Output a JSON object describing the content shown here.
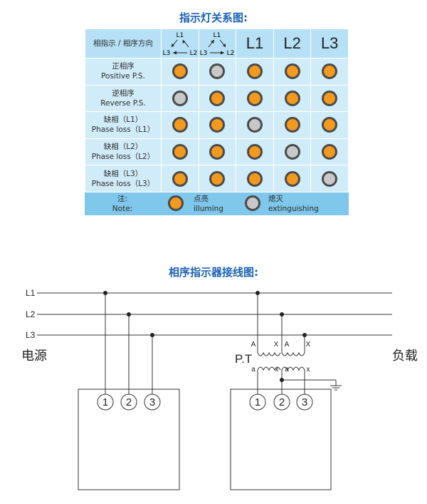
{
  "indicator": {
    "title": "指示灯关系图:",
    "header_label": "相指示 / 相序方向",
    "columns": [
      {
        "type": "rotation",
        "direction": "positive",
        "top": "L1",
        "left": "L3",
        "right": "L2"
      },
      {
        "type": "rotation",
        "direction": "reverse",
        "top": "L1",
        "left": "L3",
        "right": "L2"
      },
      {
        "type": "text",
        "label": "L1"
      },
      {
        "type": "text",
        "label": "L2"
      },
      {
        "type": "text",
        "label": "L3"
      }
    ],
    "rows": [
      {
        "cn": "正相序",
        "en": "Positive P.S.",
        "lamps": [
          "on",
          "off",
          "on",
          "on",
          "on"
        ]
      },
      {
        "cn": "逆相序",
        "en": "Reverse P.S.",
        "lamps": [
          "off",
          "on",
          "on",
          "on",
          "on"
        ]
      },
      {
        "cn": "缺相（L1）",
        "en": "Phase loss（L1）",
        "lamps": [
          "on",
          "on",
          "off",
          "on",
          "on"
        ]
      },
      {
        "cn": "缺相（L2）",
        "en": "Phase loss（L2）",
        "lamps": [
          "on",
          "on",
          "on",
          "off",
          "on"
        ]
      },
      {
        "cn": "缺相（L3）",
        "en": "Phase loss（L3）",
        "lamps": [
          "on",
          "on",
          "on",
          "on",
          "off"
        ]
      }
    ],
    "note": {
      "label_cn": "注:",
      "label_en": "Note:",
      "on_cn": "点亮",
      "on_en": "illuming",
      "off_cn": "熄灭",
      "off_en": "extinguishing"
    },
    "colors": {
      "lamp_on": "#f39a1e",
      "lamp_off": "#c8c8c8",
      "table_bg": "#d1ecf9",
      "frame": "#7fc7eb",
      "title": "#1a62b4"
    }
  },
  "wiring": {
    "title": "相序指示器接线图:",
    "lines": [
      "L1",
      "L2",
      "L3"
    ],
    "source_label": "电源",
    "load_label": "负载",
    "pt_label": "P.T",
    "pt_primary": [
      "A",
      "X",
      "A",
      "X"
    ],
    "pt_secondary": [
      "a",
      "x",
      "a",
      "x"
    ],
    "terminals_left": [
      "1",
      "2",
      "3"
    ],
    "terminals_right": [
      "1",
      "2",
      "3"
    ]
  }
}
